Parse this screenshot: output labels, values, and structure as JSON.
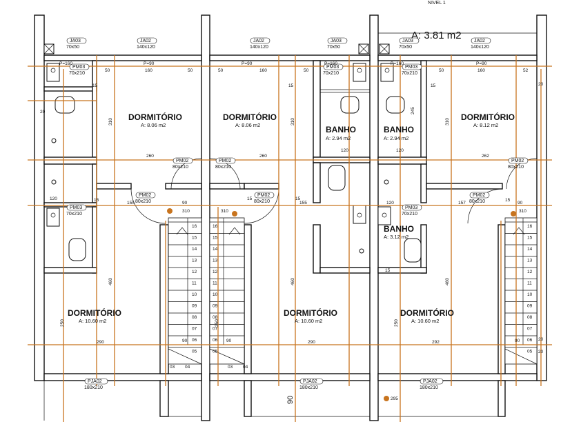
{
  "top_right_text": "NIVEL 1",
  "area_label": "A:  3.81  m2",
  "colors": {
    "dimension": "#c8741e",
    "wall": "#111111",
    "background": "#ffffff"
  },
  "rooms": [
    {
      "title": "DORMITÓRIO",
      "area": "A:  8.06  m2"
    },
    {
      "title": "DORMITÓRIO",
      "area": "A:  8.06  m2"
    },
    {
      "title": "DORMITÓRIO",
      "area": "A:  8.12  m2"
    },
    {
      "title": "BANHO",
      "area": "A:  2.94  m2"
    },
    {
      "title": "BANHO",
      "area": "A:  2.94  m2"
    },
    {
      "title": "DORMITÓRIO",
      "area": "A:  10.60  m2"
    },
    {
      "title": "DORMITÓRIO",
      "area": "A:  10.60  m2"
    },
    {
      "title": "DORMITÓRIO",
      "area": "A:  10.60  m2"
    },
    {
      "title": "BANHO",
      "area": "A:  3.12  m2"
    }
  ],
  "tags": [
    {
      "code": "JA03",
      "size": "70x50"
    },
    {
      "code": "JA02",
      "size": "140x120"
    },
    {
      "code": "JA02",
      "size": "140x120"
    },
    {
      "code": "JA03",
      "size": "70x50"
    },
    {
      "code": "JA03",
      "size": "70x50"
    },
    {
      "code": "JA02",
      "size": "140x120"
    },
    {
      "code": "PM03",
      "size": "70x210"
    },
    {
      "code": "PM03",
      "size": "70x210"
    },
    {
      "code": "PM03",
      "size": "70x210"
    },
    {
      "code": "PM02",
      "size": "80x210"
    },
    {
      "code": "PM02",
      "size": "80x210"
    },
    {
      "code": "PM02",
      "size": "80x210"
    },
    {
      "code": "PM02",
      "size": "80x210"
    },
    {
      "code": "PM02",
      "size": "80x210"
    },
    {
      "code": "PM02",
      "size": "80x210"
    },
    {
      "code": "PM03",
      "size": "70x210"
    },
    {
      "code": "PM03",
      "size": "70x210"
    },
    {
      "code": "PJA02",
      "size": "180x210"
    },
    {
      "code": "PJA02",
      "size": "180x210"
    },
    {
      "code": "PJA02",
      "size": "180x210"
    }
  ],
  "dims": [
    "P=160",
    "P=90",
    "P=90",
    "P=160",
    "P=160",
    "P=90",
    "50",
    "160",
    "50",
    "50",
    "160",
    "50",
    "50",
    "160",
    "52",
    "15",
    "15",
    "15",
    "310",
    "310",
    "310",
    "260",
    "260",
    "262",
    "120",
    "120",
    "245",
    "20",
    "20",
    "120",
    "155",
    "15",
    "90",
    "310",
    "310",
    "15",
    "15",
    "155",
    "120",
    "157",
    "15",
    "90",
    "310",
    "460",
    "460",
    "460",
    "250",
    "250",
    "250",
    "290",
    "290",
    "292",
    "90",
    "90",
    "90",
    "03",
    "04",
    "03",
    "04",
    "295",
    "90",
    "20",
    "20",
    "15"
  ],
  "stairs": [
    {
      "steps": [
        "16",
        "15",
        "14",
        "13",
        "12",
        "11",
        "10",
        "09",
        "08",
        "07",
        "06",
        "05"
      ]
    },
    {
      "steps": [
        "16",
        "15",
        "14",
        "13",
        "12",
        "11",
        "10",
        "09",
        "08",
        "07",
        "06",
        "05"
      ]
    },
    {
      "steps": [
        "16",
        "15",
        "14",
        "13",
        "12",
        "11",
        "10",
        "09",
        "08",
        "07",
        "06",
        "05"
      ]
    }
  ]
}
